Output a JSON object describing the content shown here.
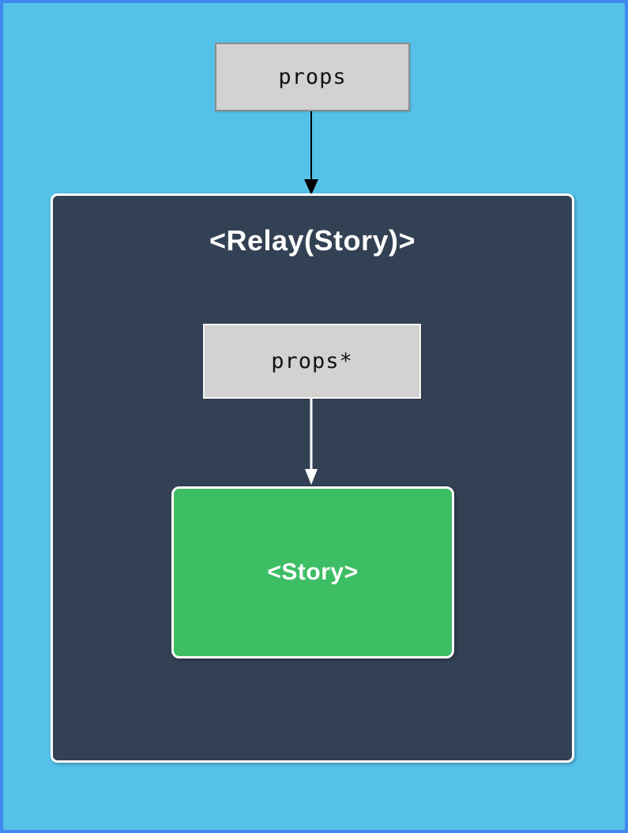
{
  "diagram": {
    "description_type": "relay-props-flow-diagram",
    "nodes": {
      "outer_props": {
        "label": "props"
      },
      "relay": {
        "title": "<Relay(Story)>"
      },
      "inner_props": {
        "label": "props*"
      },
      "story": {
        "label": "<Story>"
      }
    },
    "colors": {
      "page_background": "#55c1e8",
      "page_border": "#4187f0",
      "relay_background": "#334154",
      "story_background": "#3dbd64",
      "prop_box_fill": "#d2d2d2",
      "prop_box_border": "#8c8c8c",
      "arrow_top": "#000000",
      "arrow_inner": "#ffffff",
      "text_dark": "#111111",
      "text_light": "#ffffff"
    }
  }
}
